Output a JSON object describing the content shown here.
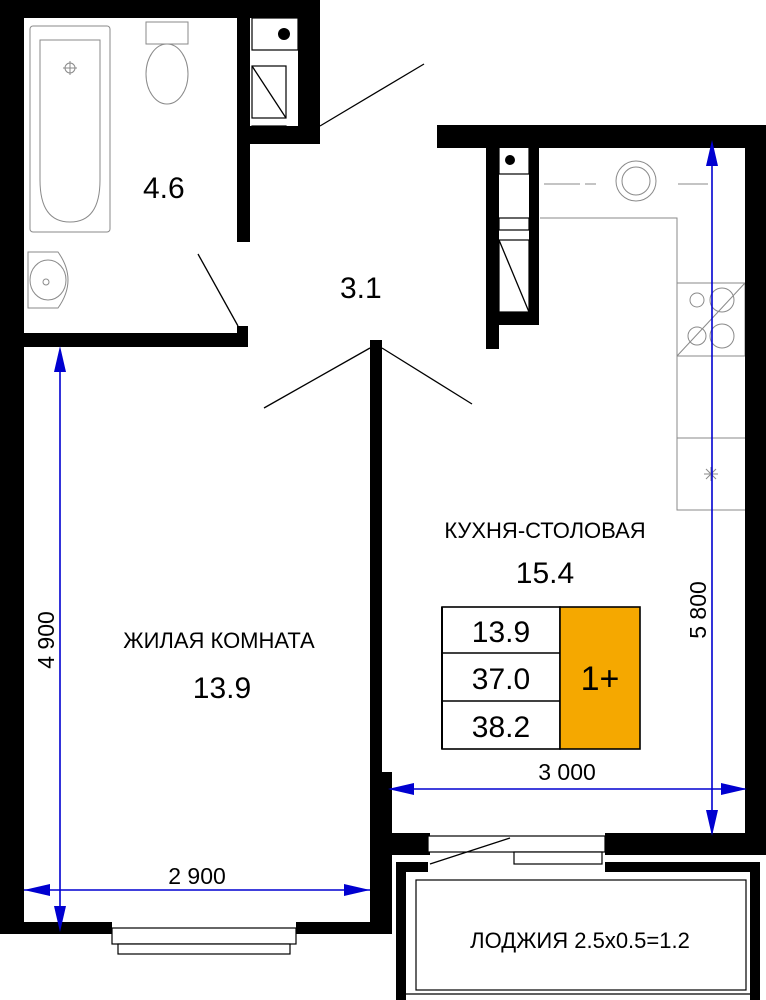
{
  "colors": {
    "wall": "#000000",
    "dimension": "#0000d0",
    "badge": "#f5a800",
    "fixture": "#8a8a8a"
  },
  "rooms": {
    "bathroom_area": "4.6",
    "hall_area": "3.1",
    "kitchen_label": "КУХНЯ-СТОЛОВАЯ",
    "kitchen_area": "15.4",
    "living_label": "ЖИЛАЯ КОМНАТА",
    "living_area": "13.9",
    "loggia_label": "ЛОДЖИЯ 2.5х0.5=1.2"
  },
  "dimensions": {
    "living_height": "4 900",
    "living_width": "2 900",
    "kitchen_height": "5 800",
    "kitchen_width": "3 000"
  },
  "summary": {
    "living_area": "13.9",
    "total_area": "37.0",
    "total_with_loggia": "38.2",
    "rooms_badge": "1+"
  }
}
